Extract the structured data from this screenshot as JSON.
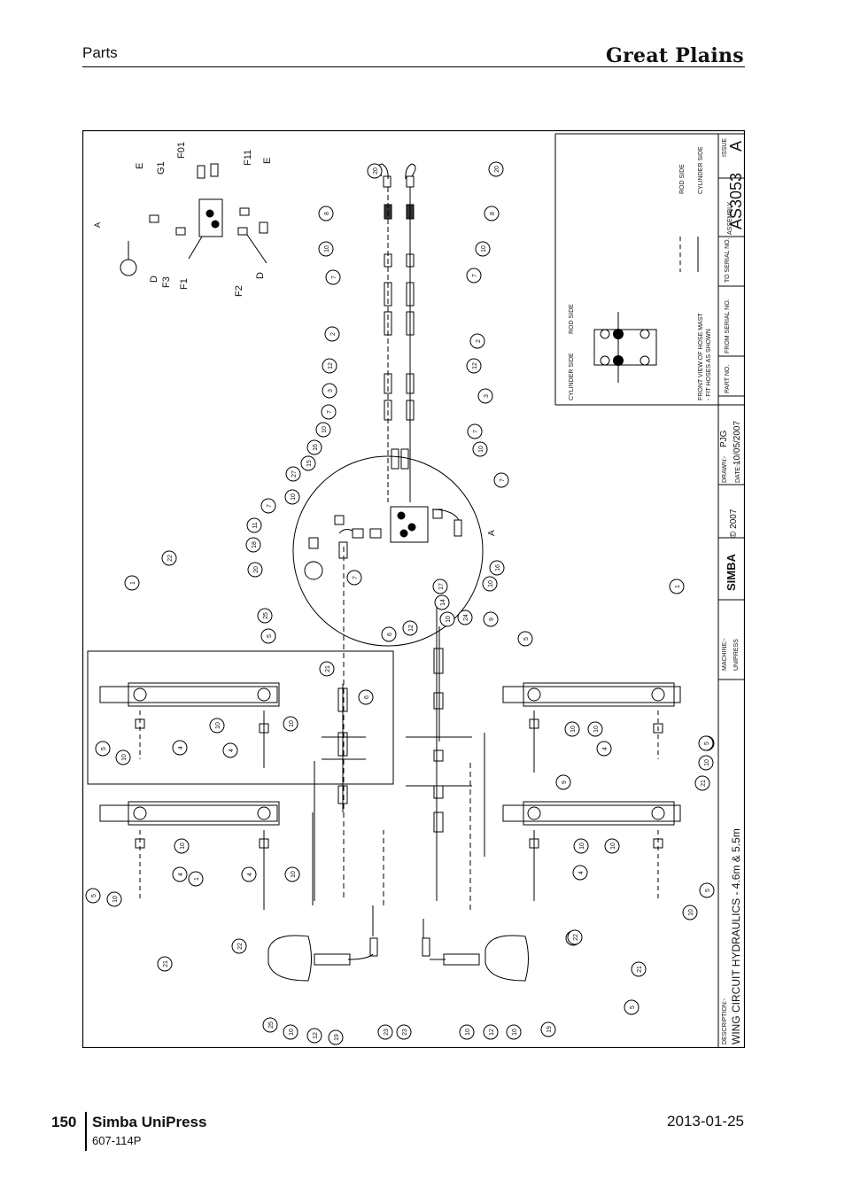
{
  "header": {
    "section": "Parts",
    "brand": "Great Plains"
  },
  "footer": {
    "page_number": "150",
    "title": "Simba UniPress",
    "code": "607-114P",
    "date": "2013-01-25"
  },
  "title_block": {
    "description_label": "DESCRIPTION:-",
    "description": "WING CIRCUIT HYDRAULICS - 4.6m & 5.5m",
    "machine_label": "MACHINE:-",
    "machine": "UNIPRESS",
    "logo": "SIMBA",
    "copyright": "© 2007",
    "drawn_label": "DRAWN:-",
    "drawn": "PJG",
    "date_label": "DATE:-",
    "date": "10/05/2007",
    "part_no_label": "PART NO.",
    "from_serial_label": "FROM SERIAL NO.",
    "to_serial_label": "TO SERIAL NO.",
    "assembly_label": "ASSEMBLY",
    "assembly": "AS3053",
    "issue_label": "ISSUE",
    "issue": "A",
    "front_view_note_1": "FRONT VIEW OF HOSE MAST",
    "front_view_note_2": "- FIT HOSES AS SHOWN",
    "cylinder_side": "CYLINDER SIDE",
    "rod_side": "ROD SIDE",
    "legend_rod_side": "ROD SIDE",
    "legend_cylinder_side": "CYLINDER SIDE"
  },
  "detail_labels": {
    "detail_a_top": "A",
    "detail_a_center": "A",
    "E1": "E",
    "G1": "G1",
    "F01": "F01",
    "F11": "F11",
    "E2": "E",
    "D1": "D",
    "F3": "F3",
    "F1": "F1",
    "F2": "F2",
    "D2": "D"
  },
  "callouts": {
    "top_left": [
      "20",
      "8",
      "10",
      "7",
      "2",
      "12",
      "3",
      "7",
      "10",
      "16",
      "15",
      "27",
      "10",
      "7",
      "11",
      "18",
      "20"
    ],
    "top_right": [
      "20",
      "8",
      "10",
      "7",
      "2",
      "12",
      "3",
      "7",
      "10",
      "7",
      "16",
      "10",
      "17",
      "14",
      "24",
      "10",
      "7"
    ],
    "middle": [
      "22",
      "1",
      "25",
      "5",
      "21",
      "6",
      "6",
      "12",
      "9",
      "22",
      "5",
      "1",
      "9",
      "21",
      "10",
      "5"
    ],
    "cyl_tl": [
      "10",
      "4",
      "5",
      "10",
      "10",
      "4"
    ],
    "cyl_tr": [
      "10",
      "4",
      "10",
      "5"
    ],
    "cyl_bl": [
      "10",
      "4",
      "1",
      "10",
      "4",
      "5",
      "10",
      "21",
      "22"
    ],
    "cyl_br": [
      "10",
      "4",
      "10",
      "5",
      "10",
      "5",
      "22",
      "21"
    ],
    "accumulators": [
      "25",
      "10",
      "12",
      "19",
      "23",
      "23",
      "10",
      "12",
      "10",
      "19"
    ]
  }
}
